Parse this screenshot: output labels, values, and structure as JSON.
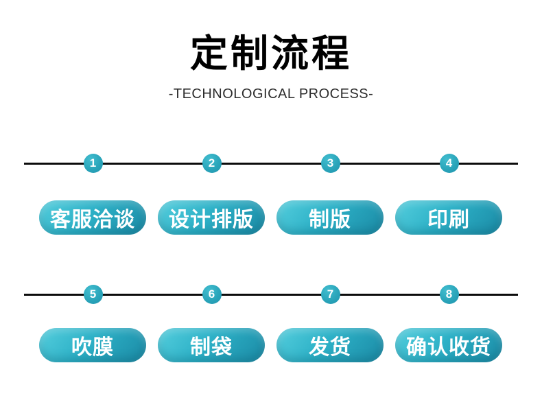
{
  "header": {
    "title": "定制流程",
    "subtitle": "-TECHNOLOGICAL PROCESS-"
  },
  "colors": {
    "pill_gradient_light": "#55cedd",
    "pill_gradient_mid": "#2db1c7",
    "pill_gradient_dark": "#1b8aa5",
    "circle_teal": "#2aa5ba",
    "line_black": "#0c0c0c",
    "text_on_teal": "#ffffff",
    "title_color": "#000000",
    "subtitle_color": "#2c2c2c",
    "background": "#ffffff"
  },
  "rows": [
    {
      "steps": [
        {
          "number": "1",
          "label": "客服洽谈"
        },
        {
          "number": "2",
          "label": "设计排版"
        },
        {
          "number": "3",
          "label": "制版"
        },
        {
          "number": "4",
          "label": "印刷"
        }
      ]
    },
    {
      "steps": [
        {
          "number": "5",
          "label": "吹膜"
        },
        {
          "number": "6",
          "label": "制袋"
        },
        {
          "number": "7",
          "label": "发货"
        },
        {
          "number": "8",
          "label": "确认收货"
        }
      ]
    }
  ]
}
